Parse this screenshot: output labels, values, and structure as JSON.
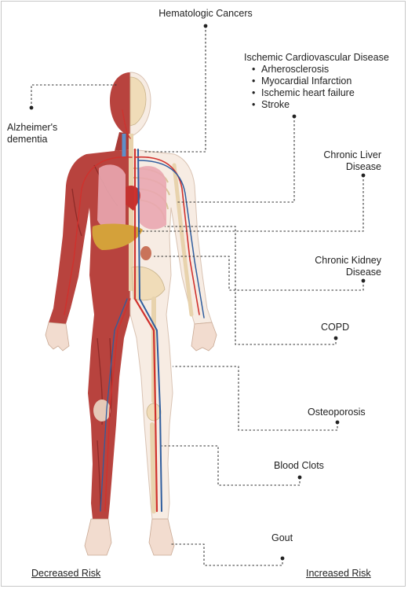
{
  "labels": {
    "hematologic": "Hematologic Cancers",
    "ischemic_title": "Ischemic Cardiovascular Disease",
    "ischemic_items": [
      "Arherosclerosis",
      "Myocardial Infarction",
      "Ischemic heart failure",
      "Stroke"
    ],
    "alzheimers_line1": "Alzheimer's",
    "alzheimers_line2": "dementia",
    "liver_line1": "Chronic Liver",
    "liver_line2": "Disease",
    "kidney_line1": "Chronic Kidney",
    "kidney_line2": "Disease",
    "copd": "COPD",
    "osteoporosis": "Osteoporosis",
    "blood_clots": "Blood Clots",
    "gout": "Gout"
  },
  "footer": {
    "decreased": "Decreased Risk",
    "increased": "Increased Risk"
  },
  "colors": {
    "muscle": "#b8433e",
    "muscle_dark": "#8e2b28",
    "skin": "#f2dccf",
    "bone": "#f0dcb8",
    "artery": "#d0312d",
    "vein": "#2f5d9e",
    "lung": "#e9a7b0",
    "liver": "#d4a13a",
    "kidney": "#c9735a",
    "connector": "#333333"
  }
}
